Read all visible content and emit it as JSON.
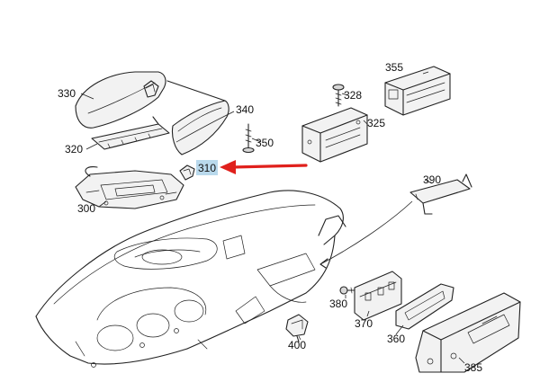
{
  "diagram": {
    "labels": [
      {
        "id": "330",
        "text": "330"
      },
      {
        "id": "340",
        "text": "340"
      },
      {
        "id": "320",
        "text": "320"
      },
      {
        "id": "350",
        "text": "350"
      },
      {
        "id": "310",
        "text": "310",
        "highlighted": true
      },
      {
        "id": "300",
        "text": "300"
      },
      {
        "id": "328",
        "text": "328"
      },
      {
        "id": "325",
        "text": "325"
      },
      {
        "id": "355",
        "text": "355"
      },
      {
        "id": "390",
        "text": "390"
      },
      {
        "id": "380",
        "text": "380"
      },
      {
        "id": "370",
        "text": "370"
      },
      {
        "id": "400",
        "text": "400"
      },
      {
        "id": "360",
        "text": "360"
      },
      {
        "id": "385",
        "text": "385"
      }
    ],
    "highlight_color": "#b9d9ec",
    "arrow_color": "#e0201c"
  }
}
